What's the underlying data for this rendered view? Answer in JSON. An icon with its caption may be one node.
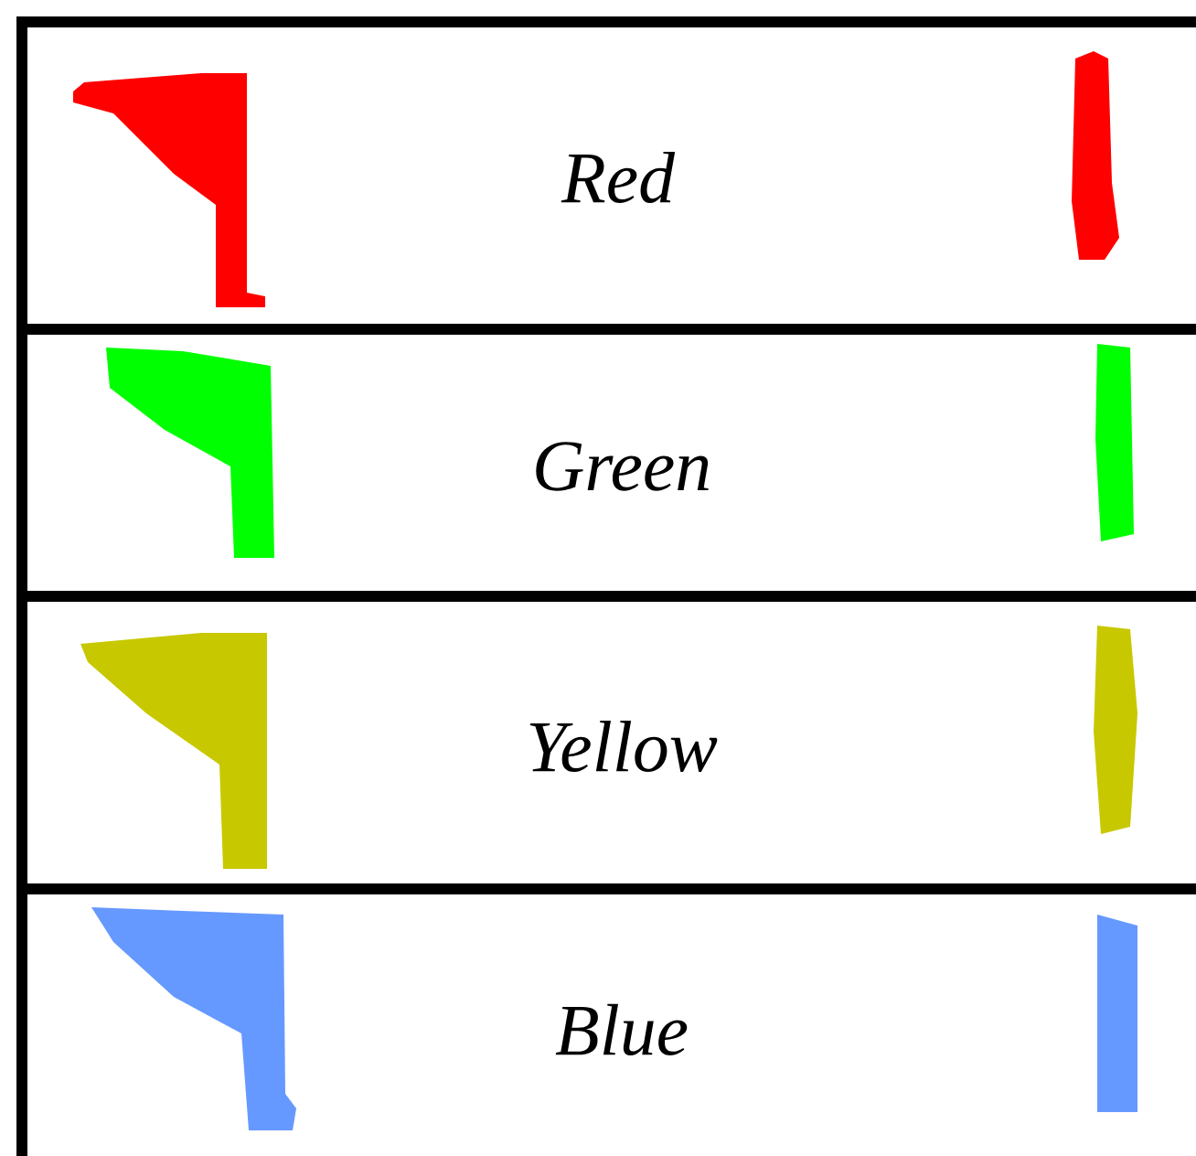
{
  "diagram": {
    "labels": [
      "Red",
      "Green",
      "Yellow",
      "Blue"
    ]
  }
}
